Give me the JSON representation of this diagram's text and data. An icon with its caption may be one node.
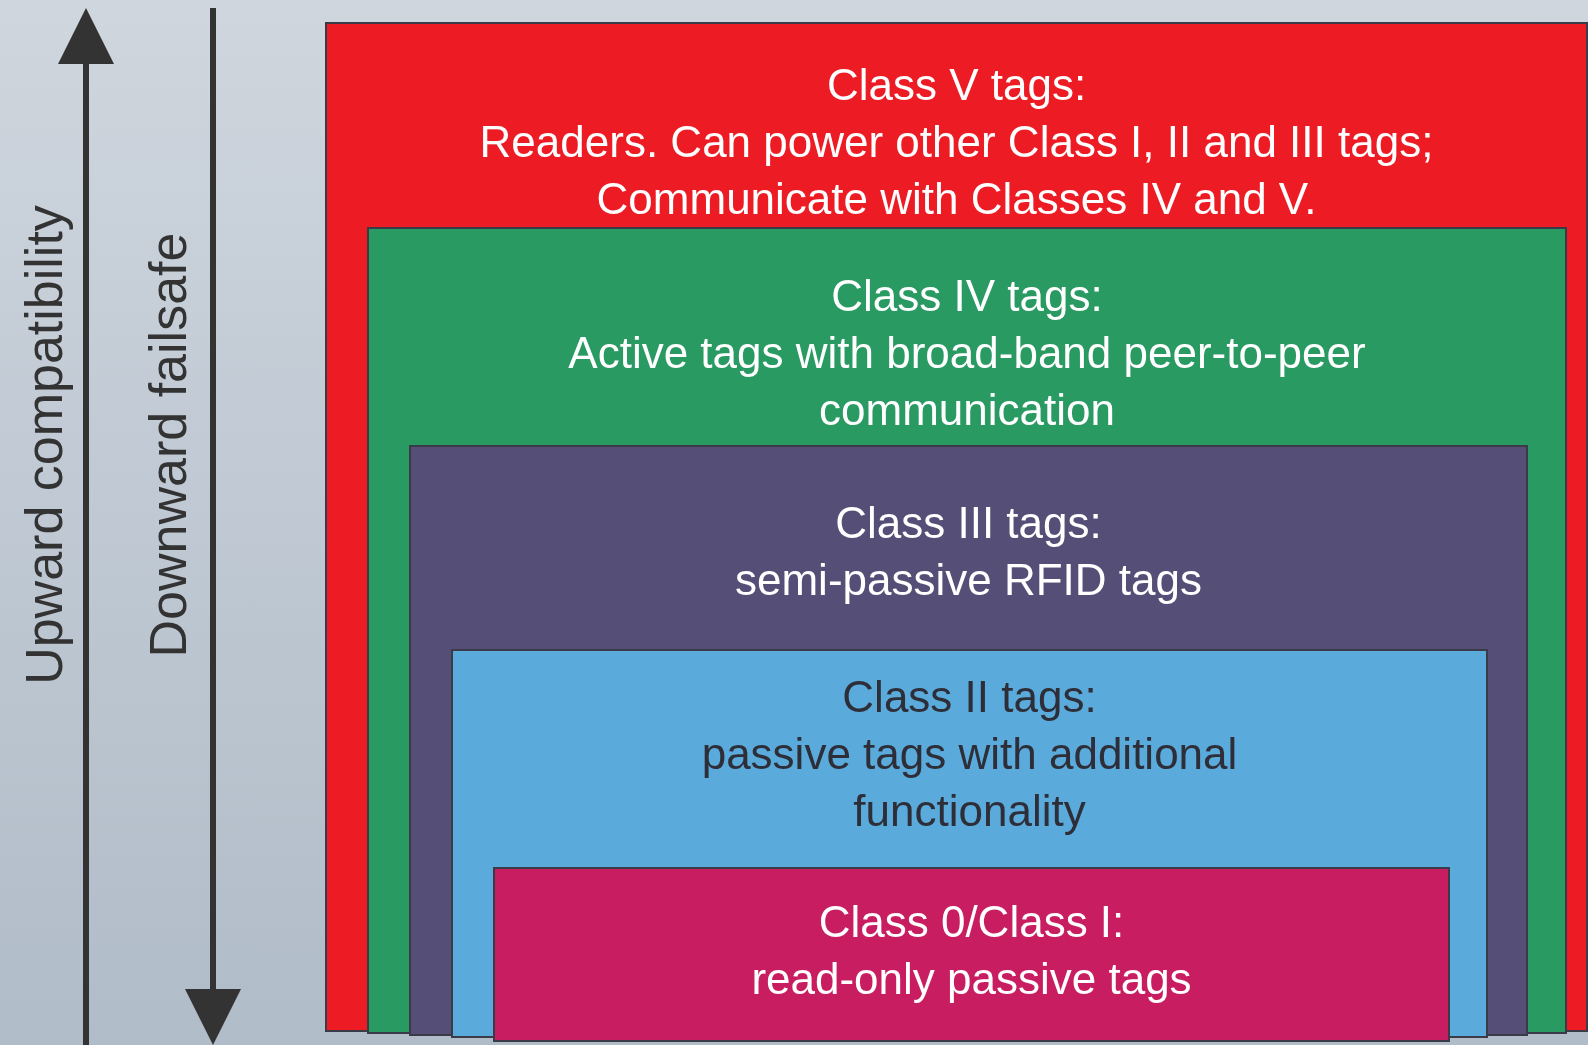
{
  "diagram": {
    "nodes": [
      {
        "text": [
          "Class V tags:",
          "Readers. Can power other Class I, II and III tags; Communicate with Classes IV and V."
        ]
      },
      {
        "text": [
          "Class IV tags:",
          "Active tags with broad-band peer-to-peer communication"
        ],
        "in": 0
      },
      {
        "text": [
          "Class III tags:",
          "semi-passive RFID tags"
        ],
        "in": 1
      },
      {
        "text": [
          "Class II tags:",
          "passive tags with additional functionality"
        ],
        "in": 2
      },
      {
        "text": [
          "Class 0/Class I:",
          "read-only passive tags"
        ],
        "in": 3
      }
    ],
    "labels": [
      "Upward compatibility",
      "Downward failsafe"
    ]
  }
}
